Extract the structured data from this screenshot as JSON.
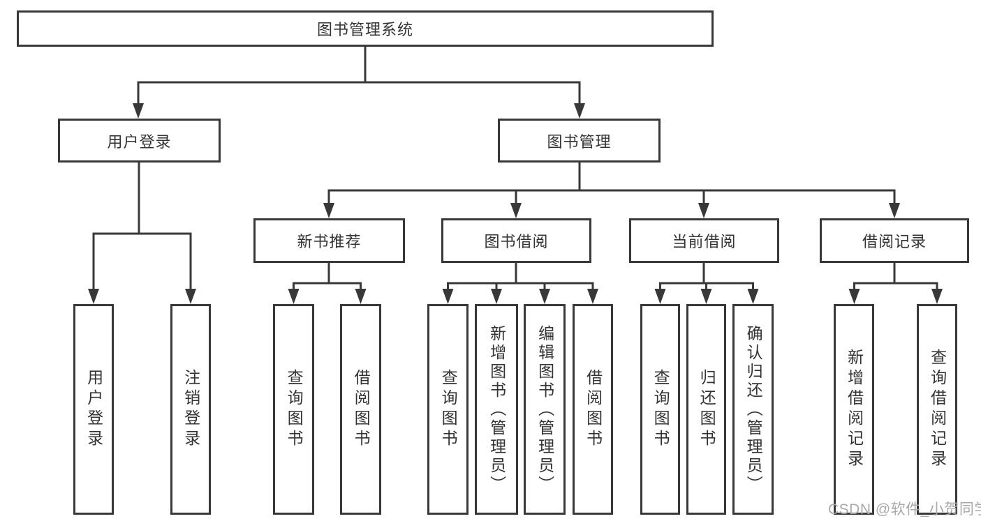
{
  "colors": {
    "line": "#383838",
    "text": "#333333",
    "box_background": "#ffffff",
    "watermark": "#a9a9a9"
  },
  "watermark": "CSDN @软件_小贺同学",
  "tree": {
    "root": {
      "label": "图书管理系统",
      "children": [
        {
          "label": "用户登录",
          "children": [
            {
              "label": "用户登录"
            },
            {
              "label": "注销登录"
            }
          ]
        },
        {
          "label": "图书管理",
          "children": [
            {
              "label": "新书推荐",
              "children": [
                {
                  "label": "查询图书"
                },
                {
                  "label": "借阅图书"
                }
              ]
            },
            {
              "label": "图书借阅",
              "children": [
                {
                  "label": "查询图书"
                },
                {
                  "label": "新增图书（管理员）"
                },
                {
                  "label": "编辑图书（管理员）"
                },
                {
                  "label": "借阅图书"
                }
              ]
            },
            {
              "label": "当前借阅",
              "children": [
                {
                  "label": "查询图书"
                },
                {
                  "label": "归还图书"
                },
                {
                  "label": "确认归还（管理员）"
                }
              ]
            },
            {
              "label": "借阅记录",
              "children": [
                {
                  "label": "新增借阅记录"
                },
                {
                  "label": "查询借阅记录"
                }
              ]
            }
          ]
        }
      ]
    }
  }
}
